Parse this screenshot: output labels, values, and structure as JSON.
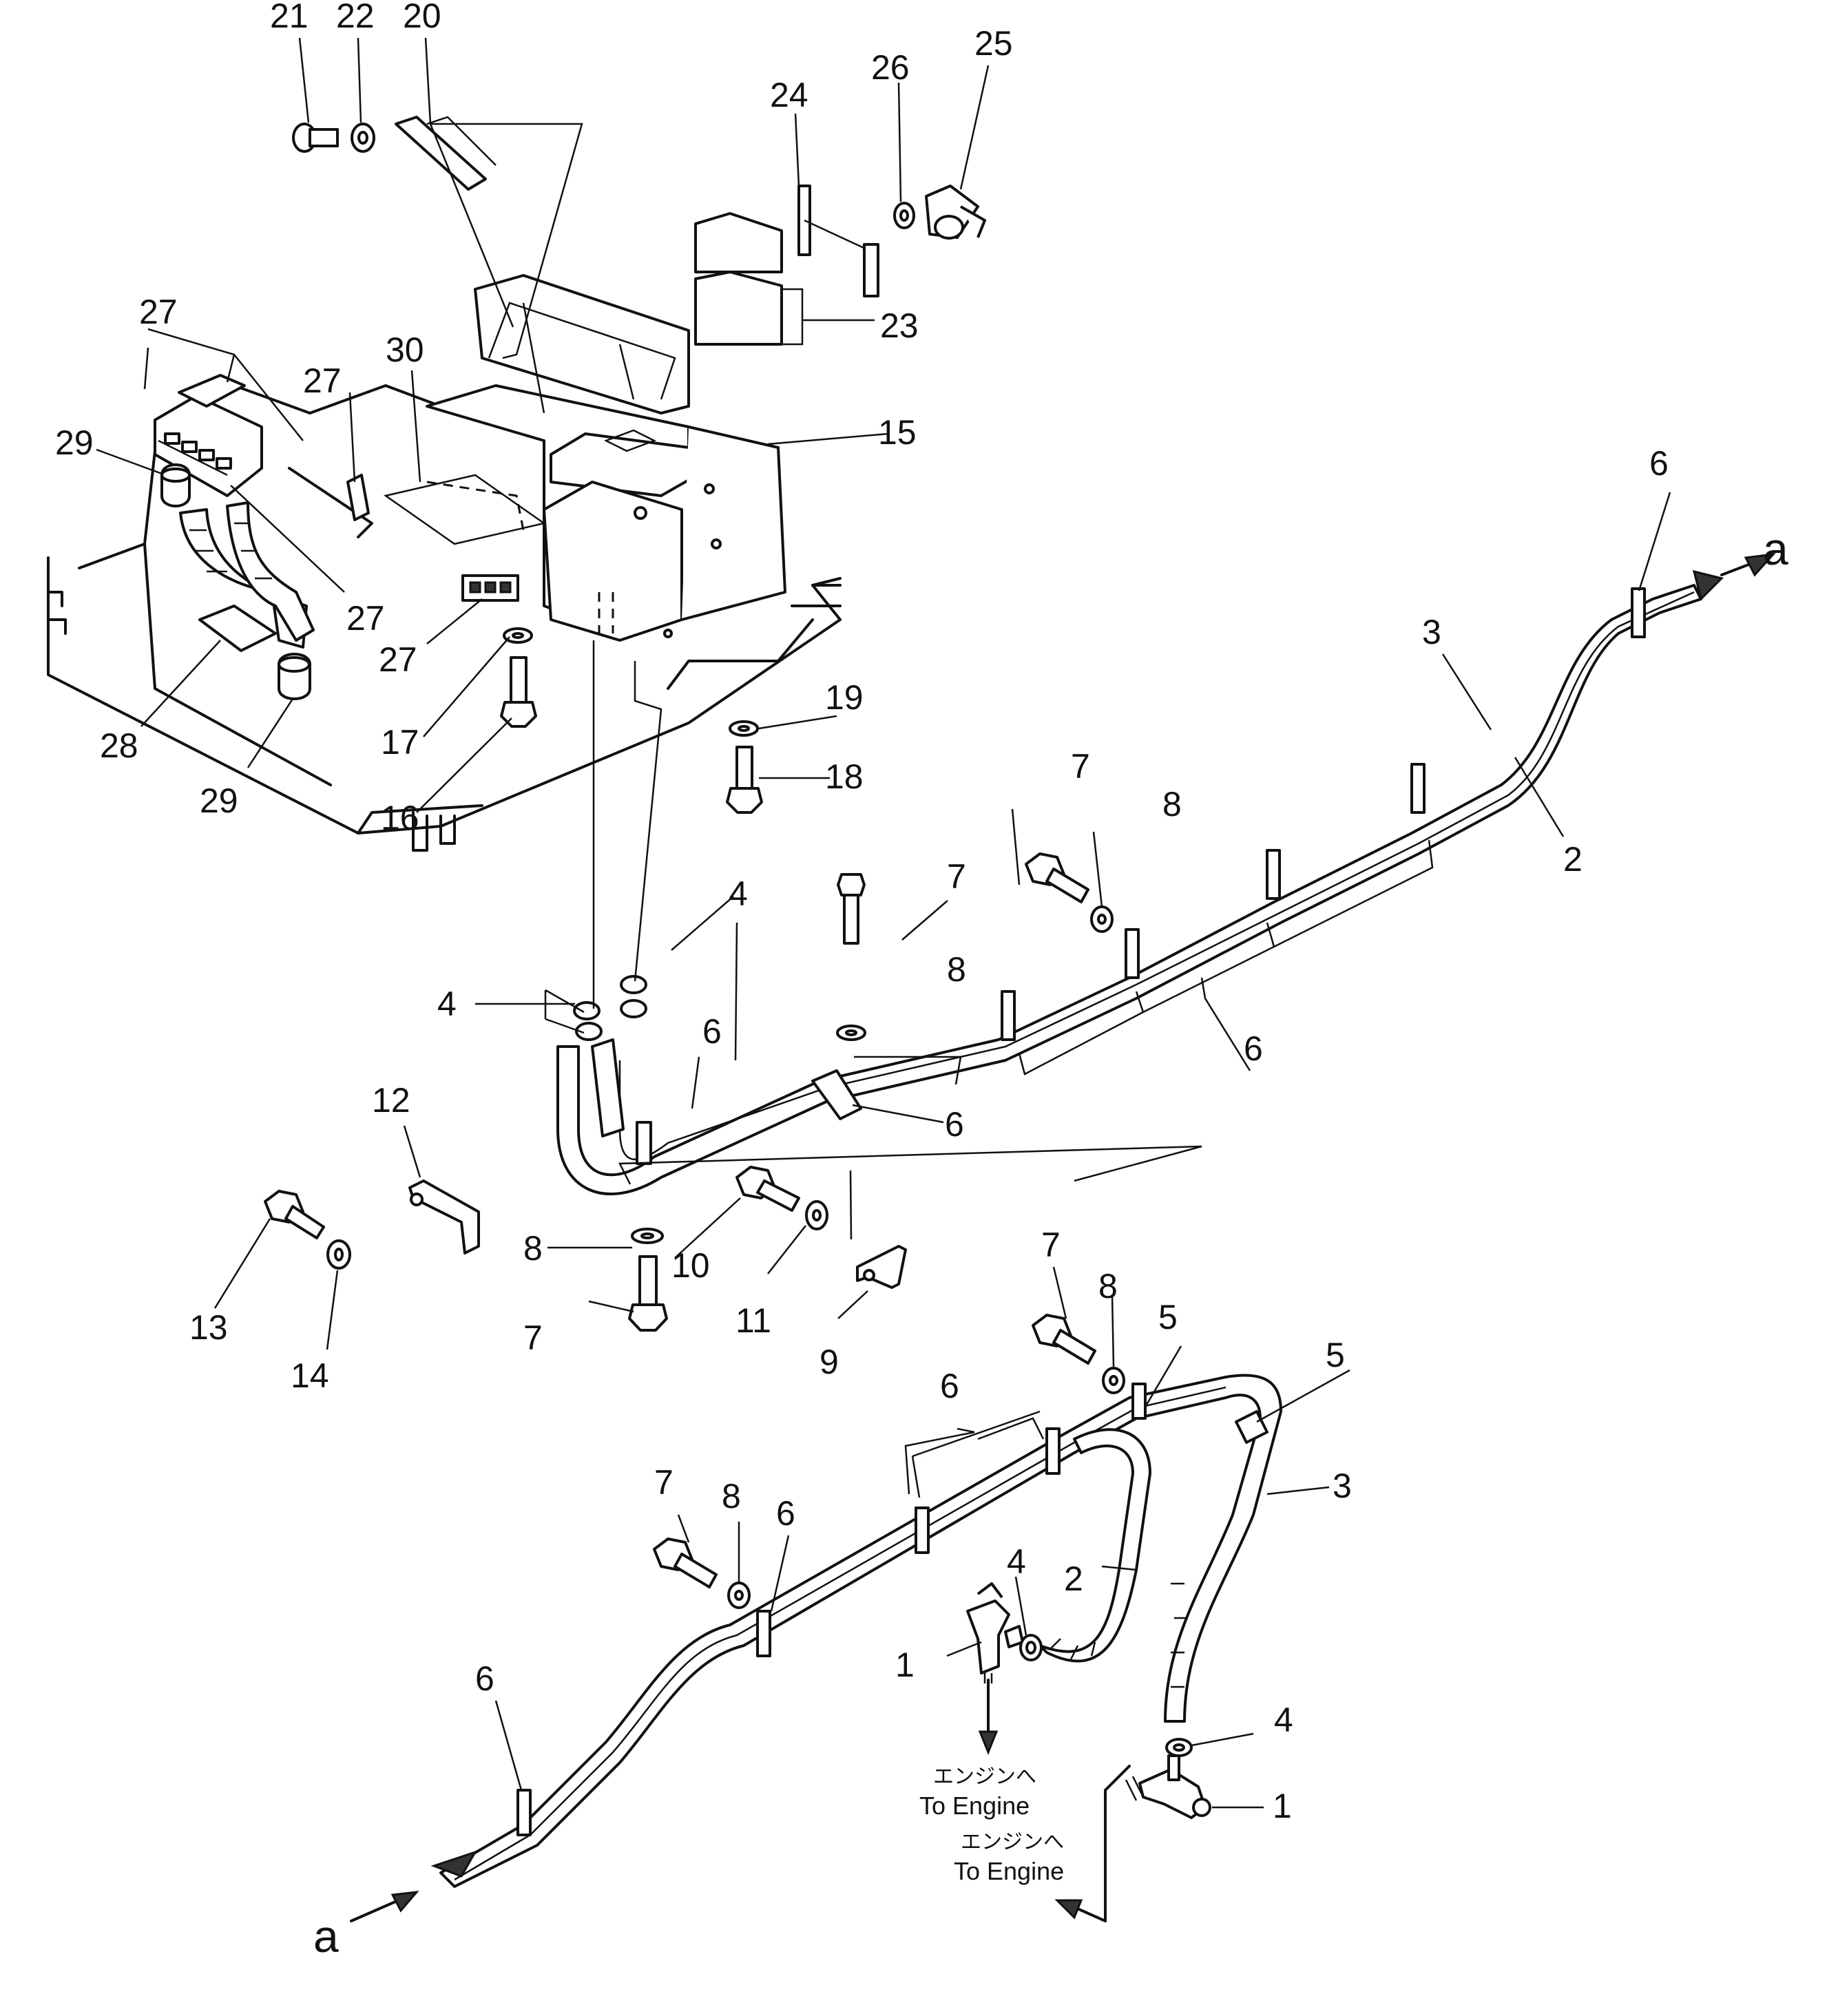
{
  "callouts": {
    "c21": "21",
    "c22": "22",
    "c20": "20",
    "c24": "24",
    "c26": "26",
    "c25": "25",
    "c23": "23",
    "c27a": "27",
    "c27b": "27",
    "c27c": "27",
    "c27d": "27",
    "c30": "30",
    "c29a": "29",
    "c29b": "29",
    "c15": "15",
    "c28": "28",
    "c17": "17",
    "c16": "16",
    "c19": "19",
    "c18": "18",
    "c6a": "6",
    "c3a": "3",
    "c2a": "2",
    "c7a": "7",
    "c8a": "8",
    "c4a": "4",
    "c4b": "4",
    "c7b": "7",
    "c8b": "8",
    "c6b": "6",
    "c6c": "6",
    "c6d": "6",
    "c12": "12",
    "c13": "13",
    "c14": "14",
    "c8c": "8",
    "c10": "10",
    "c11": "11",
    "c9": "9",
    "c7c": "7",
    "c7d": "7",
    "c8d": "8",
    "c5a": "5",
    "c5b": "5",
    "c6e": "6",
    "c3b": "3",
    "c7e": "7",
    "c8e": "8",
    "c6f": "6",
    "c4c": "4",
    "c2b": "2",
    "c1a": "1",
    "c6g": "6",
    "c4d": "4",
    "c1b": "1"
  },
  "connectors": {
    "a_top": "a",
    "a_bottom": "a"
  },
  "destinations": {
    "engine1_jp": "エンジンへ",
    "engine1_en": "To Engine",
    "engine2_jp": "エンジンへ",
    "engine2_en": "To Engine"
  }
}
